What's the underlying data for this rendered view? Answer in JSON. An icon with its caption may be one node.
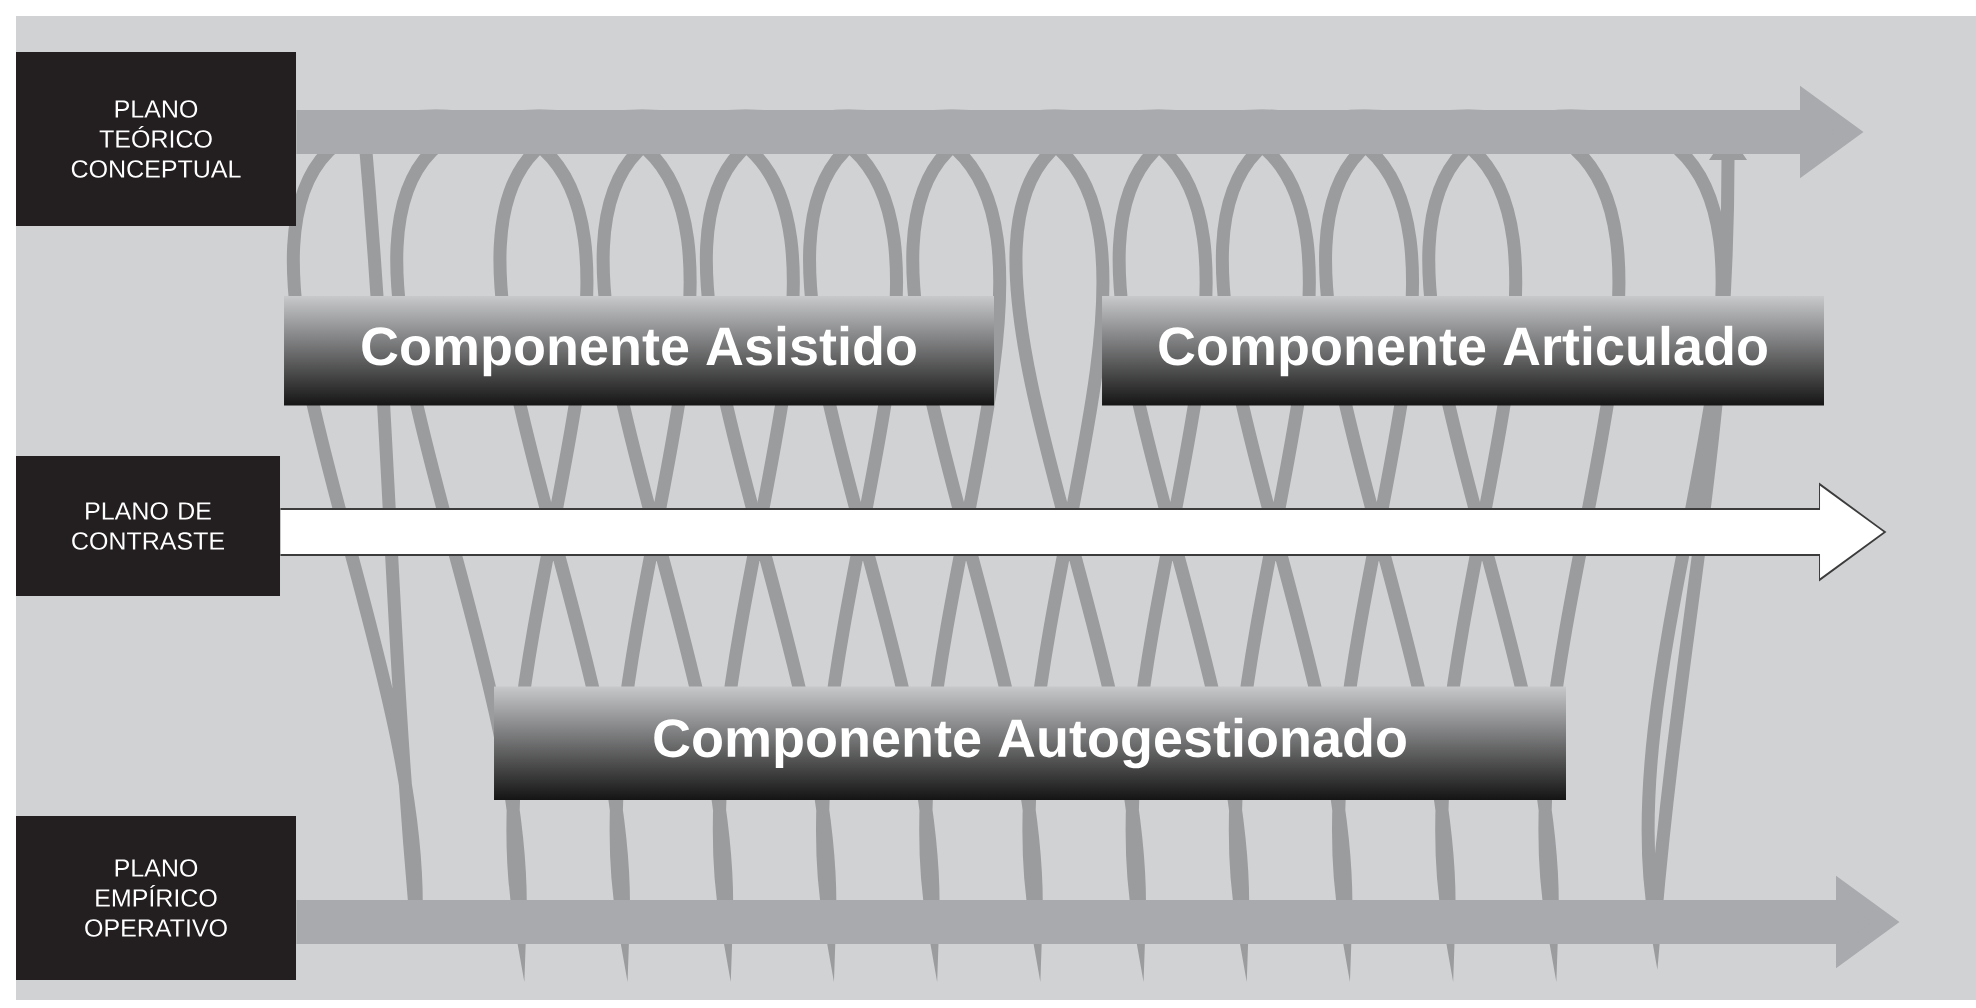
{
  "diagram": {
    "nodes": [
      {
        "text": [
          "PLANO TEÓRICO CONCEPTUAL"
        ]
      },
      {
        "text": [
          "PLANO DE CONTRASTE"
        ]
      },
      {
        "text": [
          "PLANO EMPÍRICO OPERATIVO"
        ]
      },
      {
        "text": [
          "Componente Asistido"
        ]
      },
      {
        "text": [
          "Componente Articulado"
        ]
      },
      {
        "text": [
          "Componente Autogestionado"
        ]
      }
    ],
    "edges": [
      {
        "from": 0,
        "to": null,
        "arrow": "to"
      },
      {
        "from": 1,
        "to": null,
        "arrow": "to",
        "color": "#ffffff"
      },
      {
        "from": 2,
        "to": null,
        "arrow": "to"
      }
    ]
  }
}
